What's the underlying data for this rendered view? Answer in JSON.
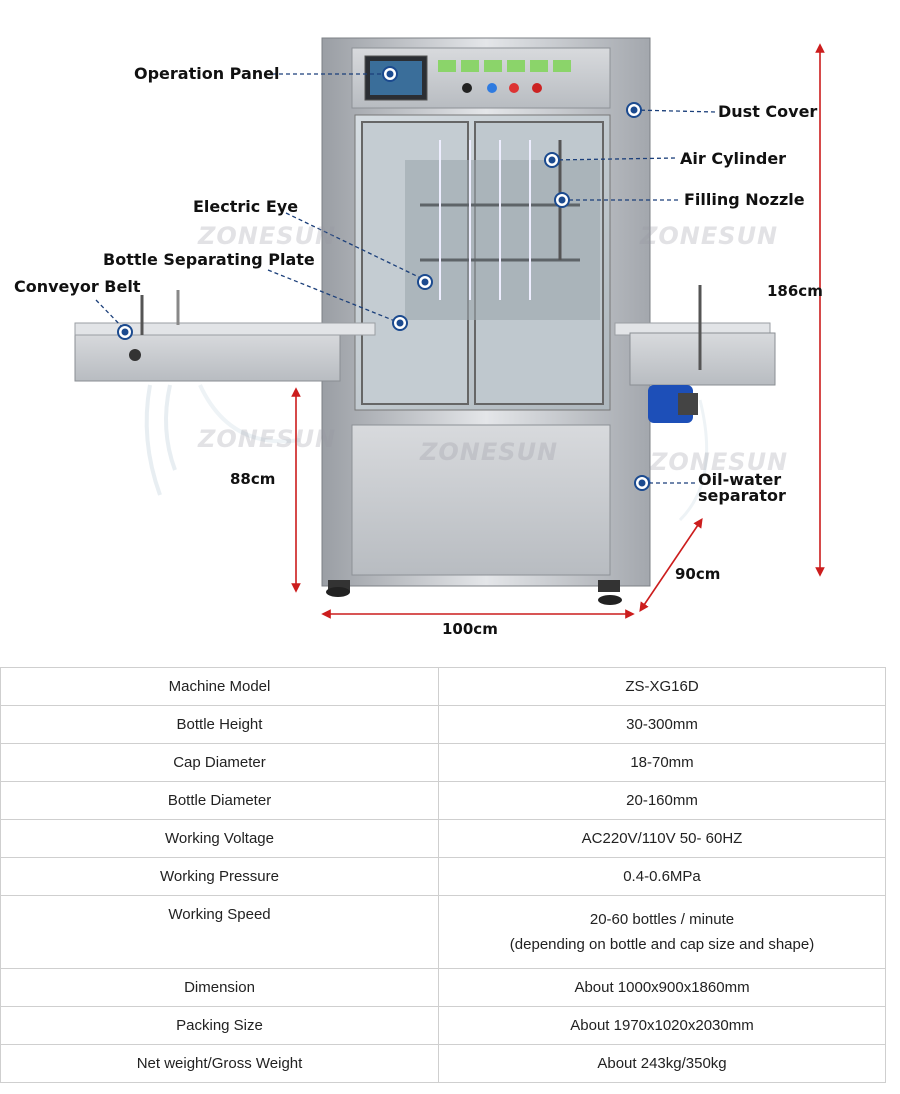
{
  "figure": {
    "callouts": {
      "operation_panel": "Operation Panel",
      "dust_cover": "Dust Cover",
      "air_cylinder": "Air Cylinder",
      "filling_nozzle": "Filling Nozzle",
      "electric_eye": "Electric Eye",
      "bottle_separating_plate": "Bottle Separating Plate",
      "conveyor_belt": "Conveyor Belt",
      "oil_water_separator_line1": "Oil-water",
      "oil_water_separator_line2": "separator"
    },
    "dimensions": {
      "height": "186cm",
      "conveyor_height": "88cm",
      "width": "100cm",
      "depth": "90cm"
    },
    "watermark": "ZONESUN"
  },
  "specs": [
    {
      "label": "Machine Model",
      "value": "ZS-XG16D"
    },
    {
      "label": "Bottle Height",
      "value": "30-300mm"
    },
    {
      "label": "Cap Diameter",
      "value": "18-70mm"
    },
    {
      "label": "Bottle Diameter",
      "value": "20-160mm"
    },
    {
      "label": "Working Voltage",
      "value": "AC220V/110V 50- 60HZ"
    },
    {
      "label": "Working Pressure",
      "value": "0.4-0.6MPa"
    },
    {
      "label": "Working Speed",
      "value": "20-60 bottles / minute",
      "value2": "(depending on bottle and cap size and shape)"
    },
    {
      "label": "Dimension",
      "value": "About 1000x900x1860mm"
    },
    {
      "label": "Packing Size",
      "value": "About 1970x1020x2030mm"
    },
    {
      "label": "Net weight/Gross Weight",
      "value": "About 243kg/350kg"
    }
  ]
}
